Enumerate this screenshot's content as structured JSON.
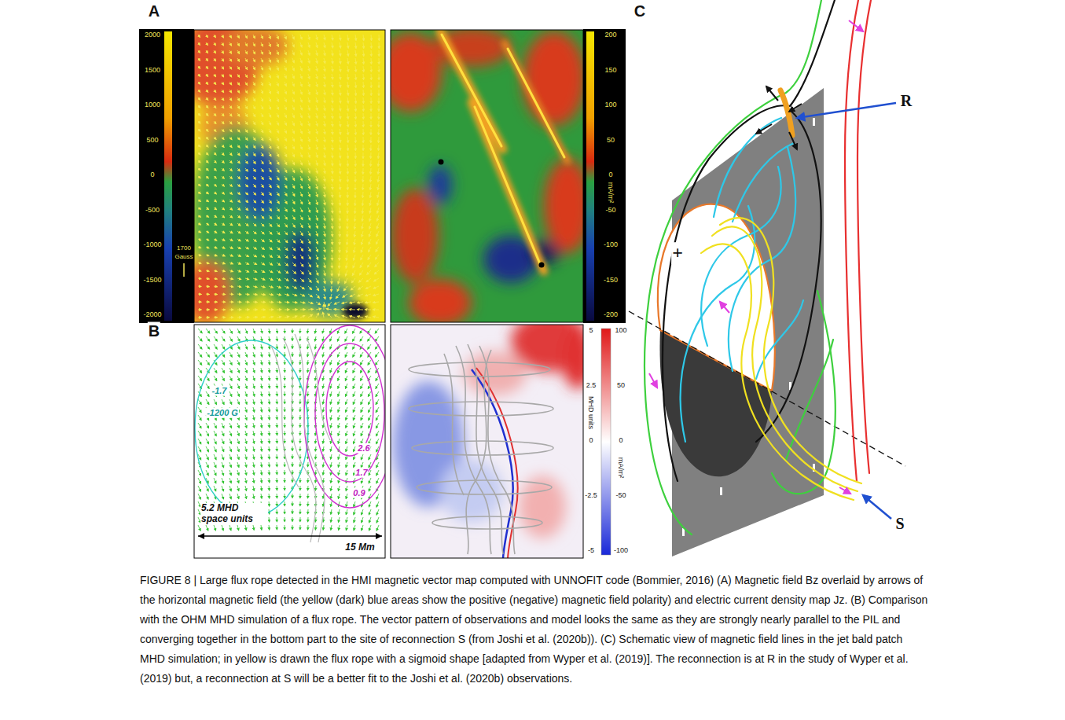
{
  "diagram": {
    "caption": "FIGURE 8 | Large flux rope detected in the HMI magnetic vector map computed with UNNOFIT code (Bommier, 2016) (A) Magnetic field Bz overlaid by arrows of the horizontal magnetic field (the yellow (dark) blue areas show the positive (negative) magnetic field polarity) and electric current density map Jz. (B) Comparison with the OHM MHD simulation of a flux rope. The vector pattern of observations and model looks the same as they are strongly nearly parallel to the PIL and converging together in the bottom part to the site of reconnection S (from Joshi et al. (2020b)). (C) Schematic view of magnetic field lines in the jet bald patch MHD simulation; in yellow is drawn the flux rope with a sigmoid shape [adapted from Wyper et al. (2019)]. The reconnection is at R in the study of Wyper et al. (2019) but, a reconnection at S will be a better fit to the Joshi et al. (2020b) observations.",
    "labels": [
      "A",
      "B",
      "C",
      "2000",
      "1500",
      "1000",
      "500",
      "0",
      "-500",
      "-1000",
      "-1500",
      "-2000",
      "1700",
      "Gauss",
      "200",
      "150",
      "100",
      "50",
      "0",
      "-50",
      "-100",
      "-150",
      "-200",
      "mA/m²",
      "-1.7",
      "-1200 G",
      "2.6",
      "1.7",
      "0.9",
      "5.2 MHD space units",
      "15 Mm",
      "5",
      "2.5",
      "0",
      "-2.5",
      "-5",
      "MHD units",
      "100",
      "50",
      "0",
      "-50",
      "-100",
      "mA/m²",
      "R",
      "S",
      "+"
    ]
  }
}
